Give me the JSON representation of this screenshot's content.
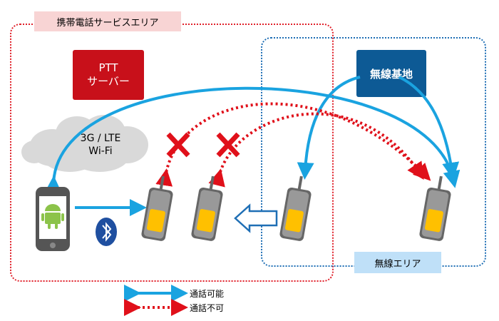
{
  "regions": {
    "carrier_area_label": "携帯電話サービスエリア",
    "radio_area_label": "無線エリア"
  },
  "nodes": {
    "ptt_server": {
      "line1": "PTT",
      "line2": "サーバー"
    },
    "base_station": "無線基地",
    "cloud": {
      "line1": "3G / LTE",
      "line2": "Wi-Fi"
    }
  },
  "legend": {
    "possible": "通話可能",
    "impossible": "通話不可"
  },
  "colors": {
    "carrier_border": "#e0202a",
    "radio_border": "#1f6fb5",
    "ptt_box": "#c8101a",
    "base_box": "#0d5a95",
    "possible_arrow": "#1aa3e0",
    "impossible_arrow": "#e0101a",
    "radio_label_bg": "#bfe0f8",
    "carrier_label_bg": "#f8d4d4"
  },
  "icons": [
    "android-icon",
    "bluetooth-icon",
    "cross-mark-icon",
    "radio-handset-icon",
    "cloud-icon"
  ]
}
